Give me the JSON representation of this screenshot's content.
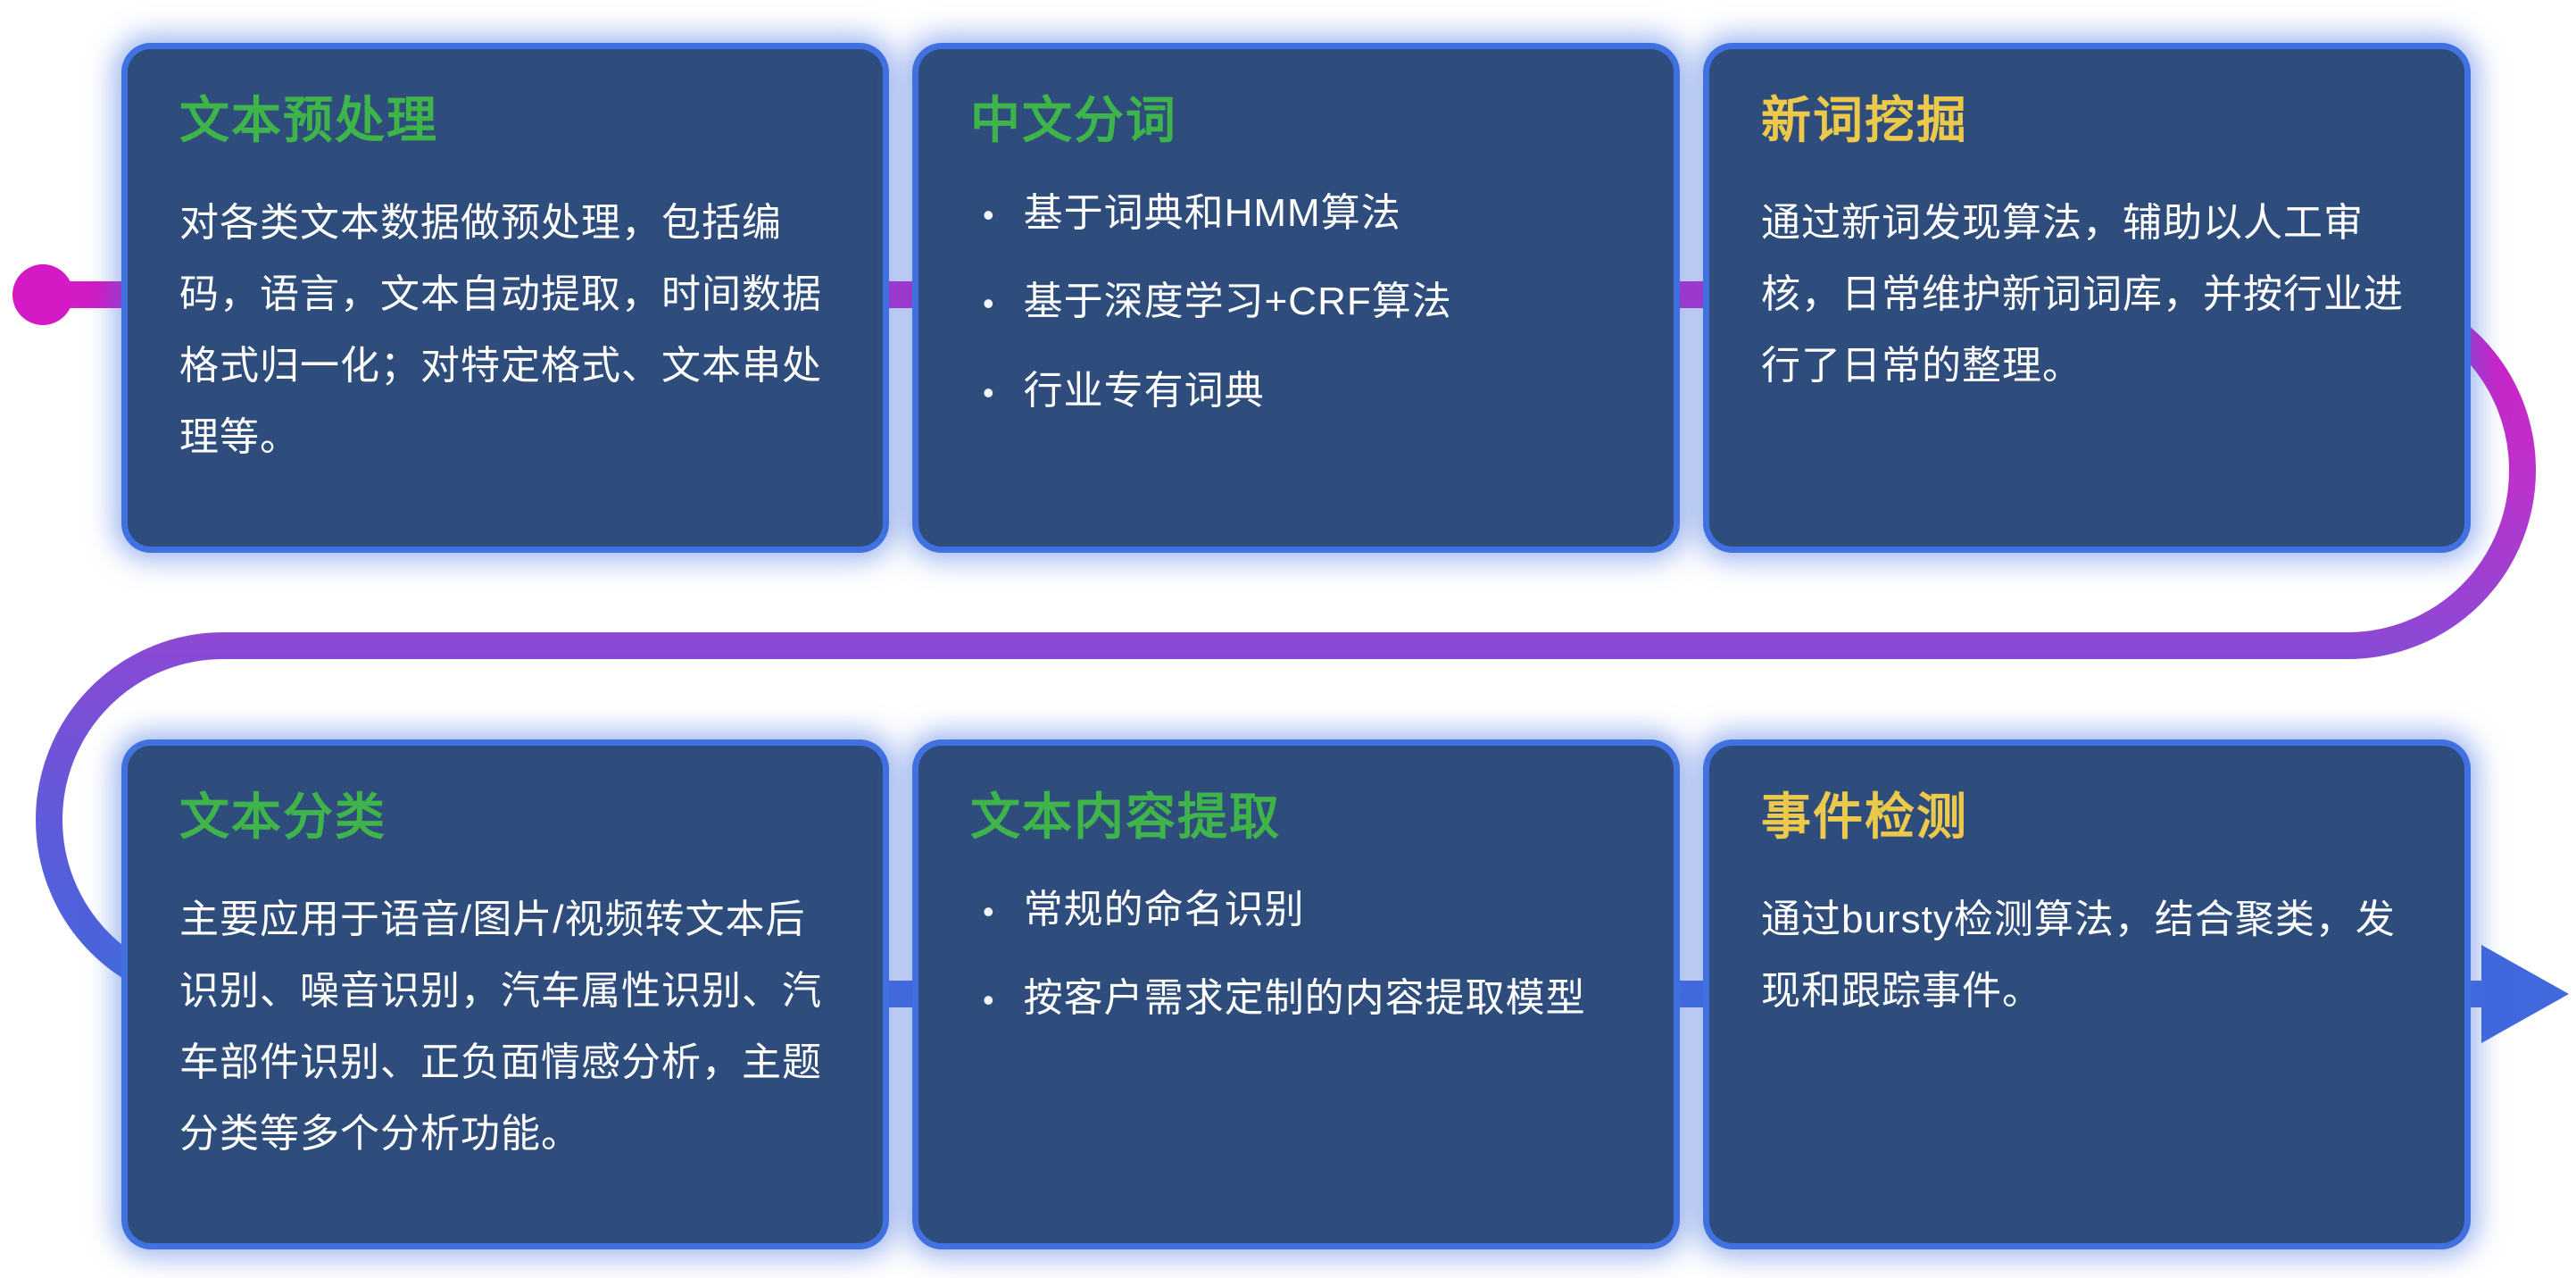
{
  "bullet_char": "•",
  "colors": {
    "card_background": "#2e4d7c",
    "card_glow_blue": "#4170df",
    "title_green": "#3eb44a",
    "title_yellow": "#ecc94b",
    "body_text": "#ffffff",
    "flow_magenta": "#d31ac4",
    "flow_purple": "#8b49d4",
    "flow_blue": "#4168dd"
  },
  "cards": [
    {
      "title": "文本预处理",
      "accent": "green",
      "body": "对各类文本数据做预处理，包括编码，语言，文本自动提取，时间数据格式归一化；对特定格式、文本串处理等。"
    },
    {
      "title": "中文分词",
      "accent": "green",
      "bullets": [
        "基于词典和HMM算法",
        "基于深度学习+CRF算法",
        "行业专有词典"
      ]
    },
    {
      "title": "新词挖掘",
      "accent": "yellow",
      "body": "通过新词发现算法，辅助以人工审核，日常维护新词词库，并按行业进行了日常的整理。"
    },
    {
      "title": "文本分类",
      "accent": "green",
      "body": "主要应用于语音/图片/视频转文本后识别、噪音识别，汽车属性识别、汽车部件识别、正负面情感分析，主题分类等多个分析功能。"
    },
    {
      "title": "文本内容提取",
      "accent": "green",
      "bullets": [
        "常规的命名识别",
        "按客户需求定制的内容提取模型"
      ]
    },
    {
      "title": "事件检测",
      "accent": "yellow",
      "body": "通过bursty检测算法，结合聚类，发现和跟踪事件。"
    }
  ]
}
